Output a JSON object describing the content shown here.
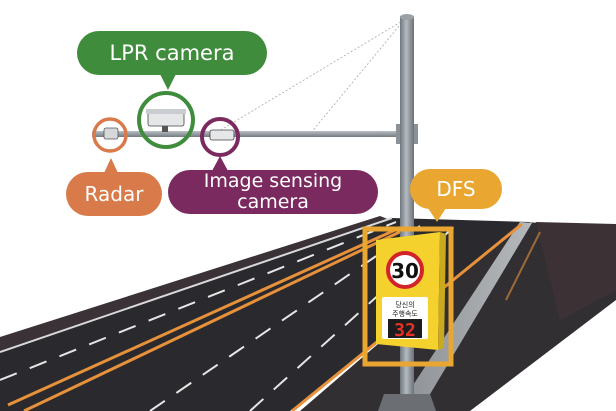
{
  "labels": {
    "lpr": "LPR camera",
    "radar": "Radar",
    "image_sensing_line1": "Image sensing",
    "image_sensing_line2": "camera",
    "dfs": "DFS"
  },
  "sign": {
    "speed_limit": "30",
    "korean_line1": "당신의",
    "korean_line2": "주행속도",
    "speed_display": "32"
  },
  "colors": {
    "lpr": "#3f8d3c",
    "radar": "#d97a4a",
    "image_sensing": "#7a2a5e",
    "dfs": "#e9a630",
    "asphalt": "#2a2a2e",
    "lane_orange": "#e7913b",
    "pole": "#8c949a"
  }
}
